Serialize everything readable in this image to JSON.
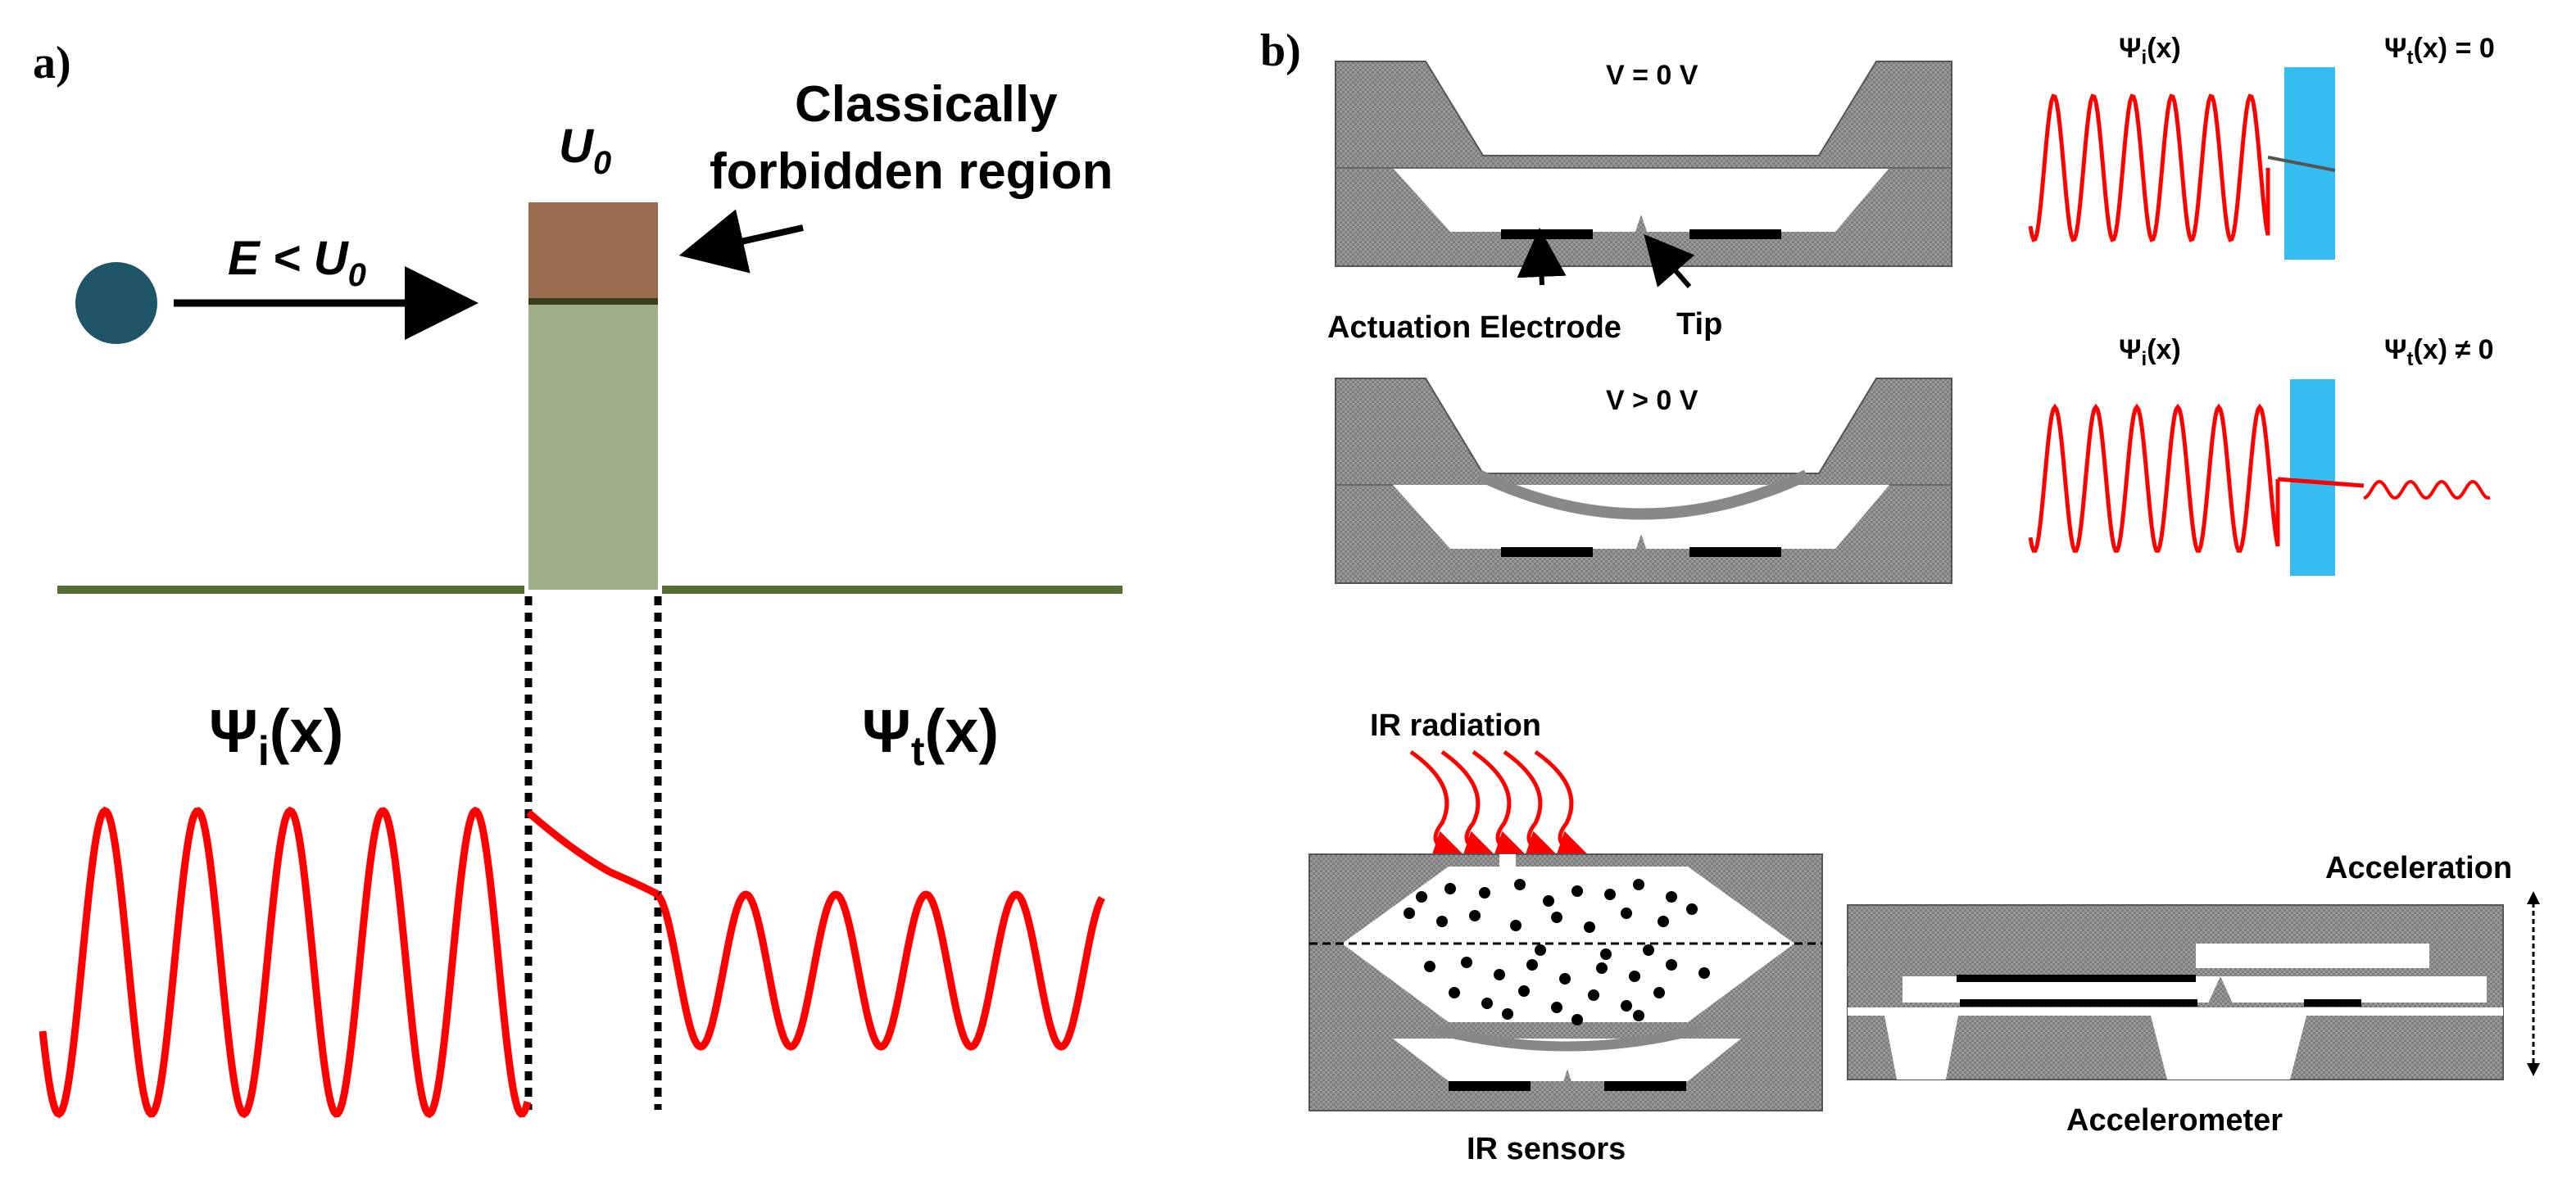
{
  "panel_a": {
    "tag": "a)",
    "barrier_height_label": "U",
    "barrier_height_sub": "0",
    "energy_label_main": "E < U",
    "energy_label_sub": "0",
    "forbidden_line1": "Classically",
    "forbidden_line2": "forbidden region",
    "psi_incident": "Ψ",
    "psi_incident_sub": "i",
    "psi_incident_tail": "(x)",
    "psi_transmitted": "Ψ",
    "psi_transmitted_sub": "t",
    "psi_transmitted_tail": "(x)"
  },
  "panel_b": {
    "tag": "b)",
    "switch_off_voltage": "V = 0 V",
    "switch_on_voltage": "V > 0 V",
    "electrode_label": "Actuation Electrode",
    "tip_label": "Tip",
    "psi_i": "Ψ",
    "psi_i_sub": "i",
    "psi_i_tail": "(x)",
    "psi_t": "Ψ",
    "psi_t_sub": "t",
    "psi_t_zero_tail": "(x) = 0",
    "psi_t_nonzero_tail": "(x) ≠ 0",
    "ir_radiation_label": "IR radiation",
    "ir_sensors_label": "IR sensors",
    "acceleration_label": "Acceleration",
    "accelerometer_label": "Accelerometer"
  },
  "colors": {
    "wave": "#ff0000",
    "particle": "#1f5566",
    "barrier_top": "#9b6b4f",
    "barrier_body": "#9eae88",
    "baseline": "#556b2f",
    "barrier_blue": "#35bdf2",
    "device_gray": "#8a8a8a"
  }
}
